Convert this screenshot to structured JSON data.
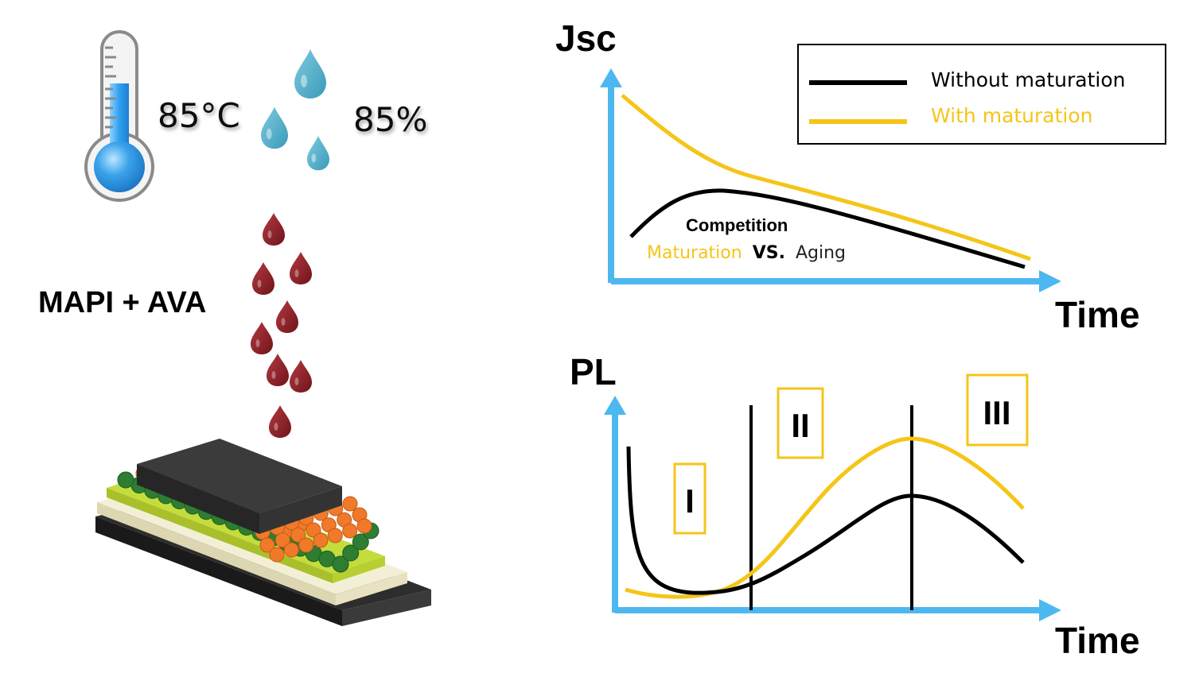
{
  "conditions": {
    "temperature": "85°C",
    "humidity": "85%"
  },
  "material": {
    "label": "MAPI + AVA"
  },
  "jsc_plot": {
    "y_label": "Jsc",
    "x_label": "Time",
    "legend": {
      "without": "Without maturation",
      "with": "With maturation"
    },
    "annotation": {
      "line1": "Competition",
      "word_maturation": "Maturation",
      "word_vs": "VS.",
      "word_aging": "Aging"
    }
  },
  "pl_plot": {
    "y_label": "PL",
    "x_label": "Time",
    "regions": [
      "I",
      "II",
      "III"
    ]
  },
  "colors": {
    "axis": "#4db8f0",
    "without_maturation": "#000000",
    "with_maturation": "#f5c518",
    "drop_blue": "#4aa8c4",
    "drop_red": "#8e1f26",
    "thermo_blue": "#3aa3ea"
  },
  "icons": {
    "thermometer": "thermometer-icon",
    "water_drops": "water-drops-icon",
    "precursor_drops": "precursor-drops-icon",
    "device_stack": "device-stack-icon"
  }
}
